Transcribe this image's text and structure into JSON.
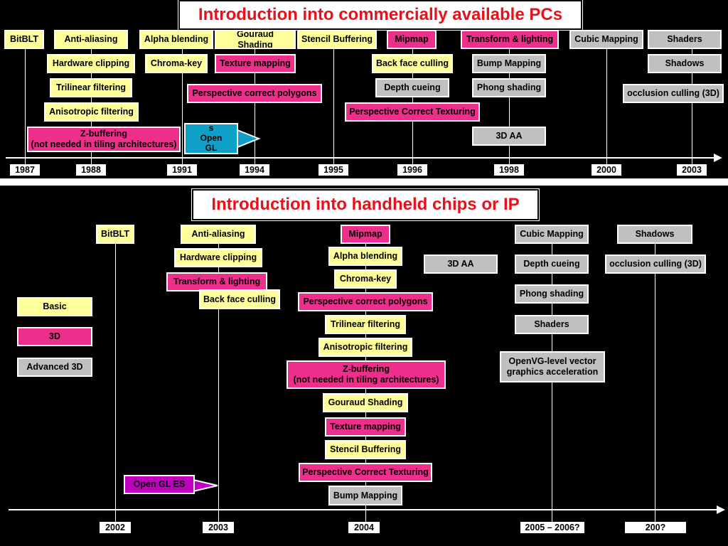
{
  "top": {
    "title": "Introduction into commercially available PCs",
    "years": [
      "1987",
      "1988",
      "1991",
      "1994",
      "1995",
      "1996",
      "1998",
      "2000",
      "2003"
    ],
    "features": {
      "bitblt": "BitBLT",
      "anti_aliasing": "Anti-aliasing",
      "hardware_clipping": "Hardware clipping",
      "trilinear_filtering": "Trilinear filtering",
      "anisotropic_filtering": "Anisotropic filtering",
      "z_buffering": "Z-buffering\n(not needed in tiling architectures)",
      "alpha_blending": "Alpha blending",
      "chroma_key": "Chroma-key",
      "gouraud_shading": "Gouraud Shading",
      "texture_mapping": "Texture mapping",
      "perspective_correct_polygons": "Perspective correct polygons",
      "windows_opengl": "Window\ns\nOpen\nGL",
      "stencil_buffering": "Stencil Buffering",
      "mipmap": "Mipmap",
      "back_face_culling": "Back face culling",
      "depth_cueing": "Depth cueing",
      "perspective_correct_texturing": "Perspective Correct Texturing",
      "transform_lighting": "Transform & lighting",
      "bump_mapping": "Bump Mapping",
      "phong_shading": "Phong shading",
      "aa_3d": "3D AA",
      "cubic_mapping": "Cubic Mapping",
      "shaders": "Shaders",
      "shadows": "Shadows",
      "occlusion_culling": "occlusion culling (3D)"
    }
  },
  "bottom": {
    "title": "Introduction into handheld chips or IP",
    "years": [
      "2002",
      "2003",
      "2004",
      "2005 – 2006?",
      "200?"
    ],
    "features": {
      "bitblt": "BitBLT",
      "anti_aliasing": "Anti-aliasing",
      "hardware_clipping": "Hardware clipping",
      "transform_lighting": "Transform & lighting",
      "back_face_culling": "Back face culling",
      "mipmap": "Mipmap",
      "alpha_blending": "Alpha blending",
      "chroma_key": "Chroma-key",
      "perspective_correct_polygons": "Perspective correct polygons",
      "trilinear_filtering": "Trilinear filtering",
      "anisotropic_filtering": "Anisotropic filtering",
      "z_buffering": "Z-buffering\n(not needed in tiling architectures)",
      "gouraud_shading": "Gouraud Shading",
      "texture_mapping": "Texture mapping",
      "stencil_buffering": "Stencil Buffering",
      "perspective_correct_texturing": "Perspective Correct Texturing",
      "bump_mapping": "Bump Mapping",
      "opengl_es": "Open GL ES",
      "aa_3d": "3D AA",
      "cubic_mapping": "Cubic Mapping",
      "depth_cueing": "Depth cueing",
      "phong_shading": "Phong shading",
      "shaders": "Shaders",
      "openvg": "OpenVG-level vector\ngraphics acceleration",
      "shadows": "Shadows",
      "occlusion_culling": "occlusion culling (3D)"
    }
  },
  "legend": {
    "basic": "Basic",
    "three_d": "3D",
    "advanced_3d": "Advanced 3D"
  },
  "colors": {
    "basic": "#ffff99",
    "three_d": "#ee2e8b",
    "advanced_3d": "#c0c0c0",
    "title_text": "#e8101a",
    "api_windows": "#0fa0c8",
    "api_opengl_es": "#c000c0"
  }
}
